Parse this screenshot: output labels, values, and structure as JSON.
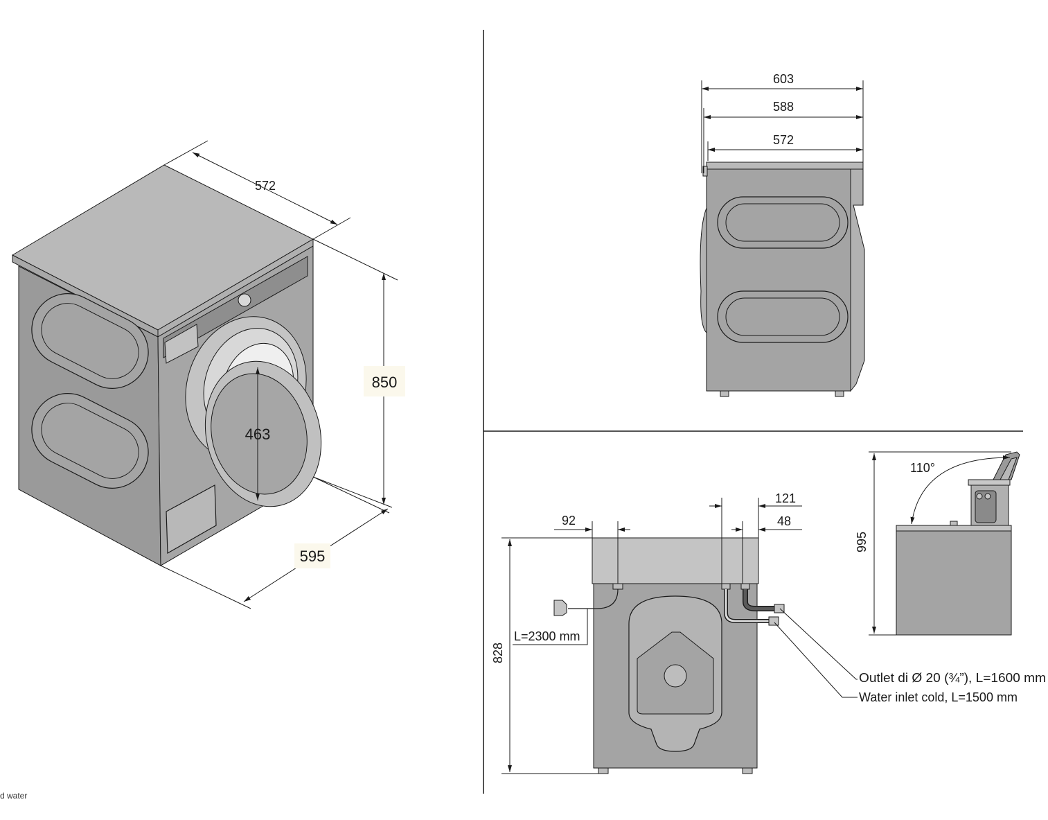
{
  "colors": {
    "body": "#a4a4a4",
    "body_dark": "#8f8f8f",
    "top": "#b9b9b9",
    "panel": "#c4c4c4",
    "line": "#1a1a1a"
  },
  "iso_view": {
    "depth_label": "572",
    "height_label": "850",
    "width_label": "595",
    "door_label": "463"
  },
  "side_view": {
    "depth_overall_label": "603",
    "depth_mid_label": "588",
    "depth_body_label": "572"
  },
  "rear_view": {
    "left_offset_label": "92",
    "right_offset_outer_label": "121",
    "right_offset_inner_label": "48",
    "height_label": "828",
    "power_cable_label": "L=2300 mm",
    "outlet_label": "Outlet di Ø 20 (¾”), L=1600 mm",
    "inlet_label": "Water inlet cold, L=1500 mm"
  },
  "lid_view": {
    "angle_label": "110°",
    "height_label": "995"
  },
  "footer": {
    "fragment": "d water"
  }
}
